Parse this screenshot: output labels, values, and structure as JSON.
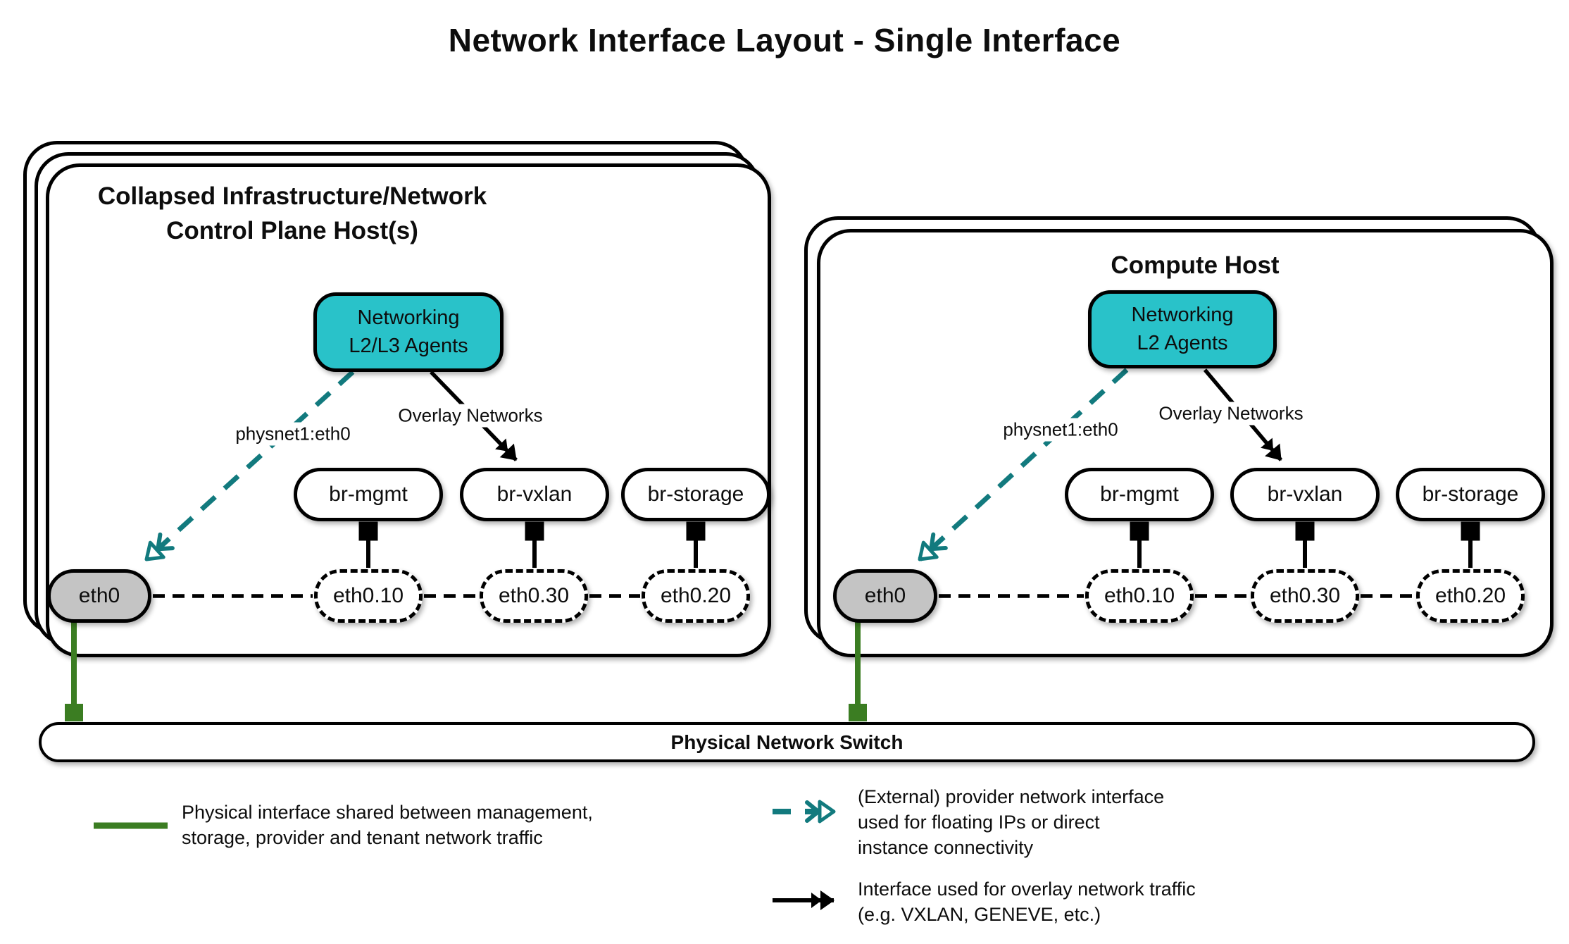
{
  "title": "Network Interface Layout - Single Interface",
  "hosts": {
    "left": {
      "name_line1": "Collapsed Infrastructure/Network",
      "name_line2": "Control Plane Host(s)",
      "agent_line1": "Networking",
      "agent_line2": "L2/L3 Agents",
      "provider_label": "physnet1:eth0",
      "overlay_label": "Overlay Networks",
      "bridges": [
        "br-mgmt",
        "br-vxlan",
        "br-storage"
      ],
      "interfaces": [
        "eth0",
        "eth0.10",
        "eth0.30",
        "eth0.20"
      ]
    },
    "right": {
      "name": "Compute Host",
      "agent_line1": "Networking",
      "agent_line2": "L2 Agents",
      "provider_label": "physnet1:eth0",
      "overlay_label": "Overlay Networks",
      "bridges": [
        "br-mgmt",
        "br-vxlan",
        "br-storage"
      ],
      "interfaces": [
        "eth0",
        "eth0.10",
        "eth0.30",
        "eth0.20"
      ]
    }
  },
  "switch": {
    "label": "Physical Network Switch"
  },
  "legend": {
    "physical": {
      "line1": "Physical interface shared between management,",
      "line2": "storage, provider and tenant network traffic"
    },
    "provider": {
      "line1": "(External) provider network interface",
      "line2": "used for floating IPs or direct",
      "line3": "instance connectivity"
    },
    "overlay": {
      "line1": "Interface used for overlay network traffic",
      "line2": "(e.g. VXLAN, GENEVE, etc.)"
    }
  },
  "colors": {
    "agent_fill": "#29C2C9",
    "provider_arrow": "#127A7E",
    "physical_green": "#3B7D22",
    "interface_gray": "#C4C4C4"
  }
}
